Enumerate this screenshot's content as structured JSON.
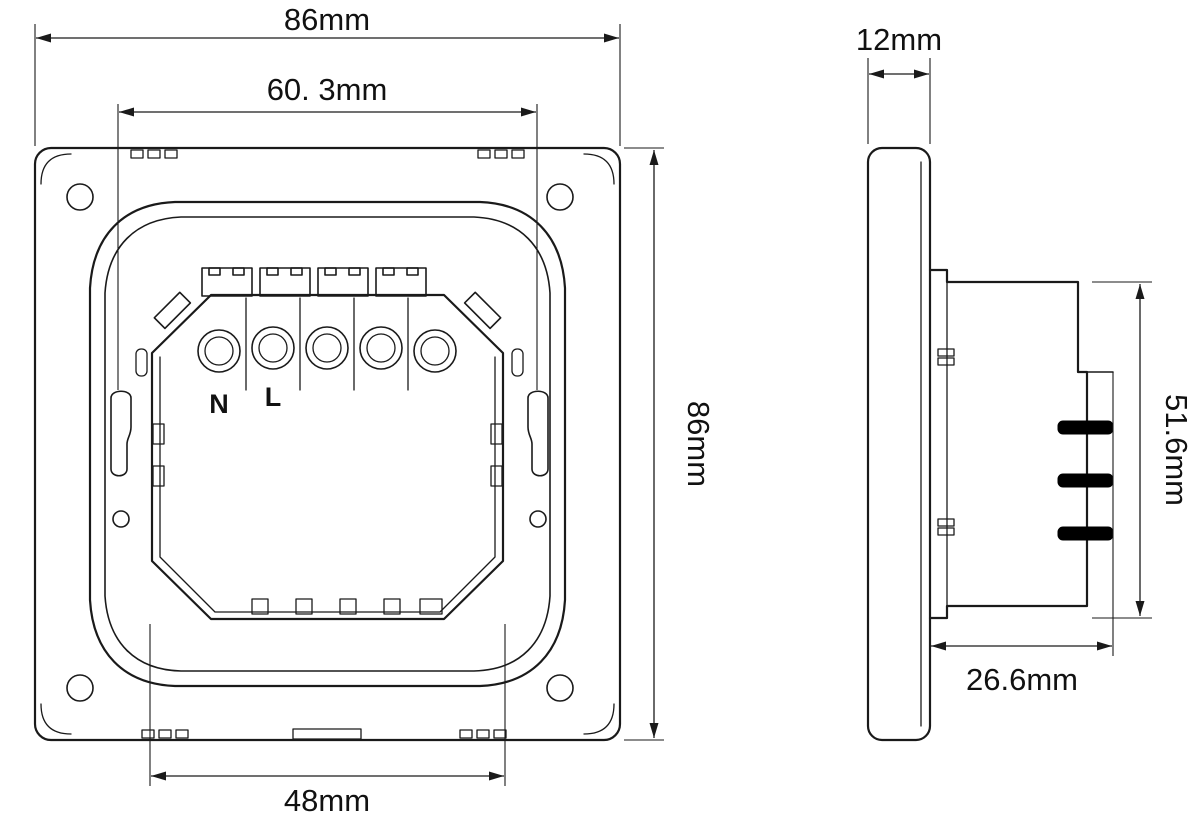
{
  "drawing": {
    "kind": "technical-dimension-drawing",
    "colors": {
      "line": "#1a1a1a",
      "background": "#ffffff",
      "prong_fill": "#000000"
    }
  },
  "front_view": {
    "name": "front-view",
    "dims": {
      "outer_width": "86mm",
      "inner_width": "60. 3mm",
      "outer_height": "86mm",
      "mount_width": "48mm"
    },
    "labels": {
      "neutral": "N",
      "live": "L"
    }
  },
  "side_view": {
    "name": "side-view",
    "dims": {
      "panel_depth": "12mm",
      "body_height": "51.6mm",
      "total_depth": "26.6mm"
    }
  }
}
